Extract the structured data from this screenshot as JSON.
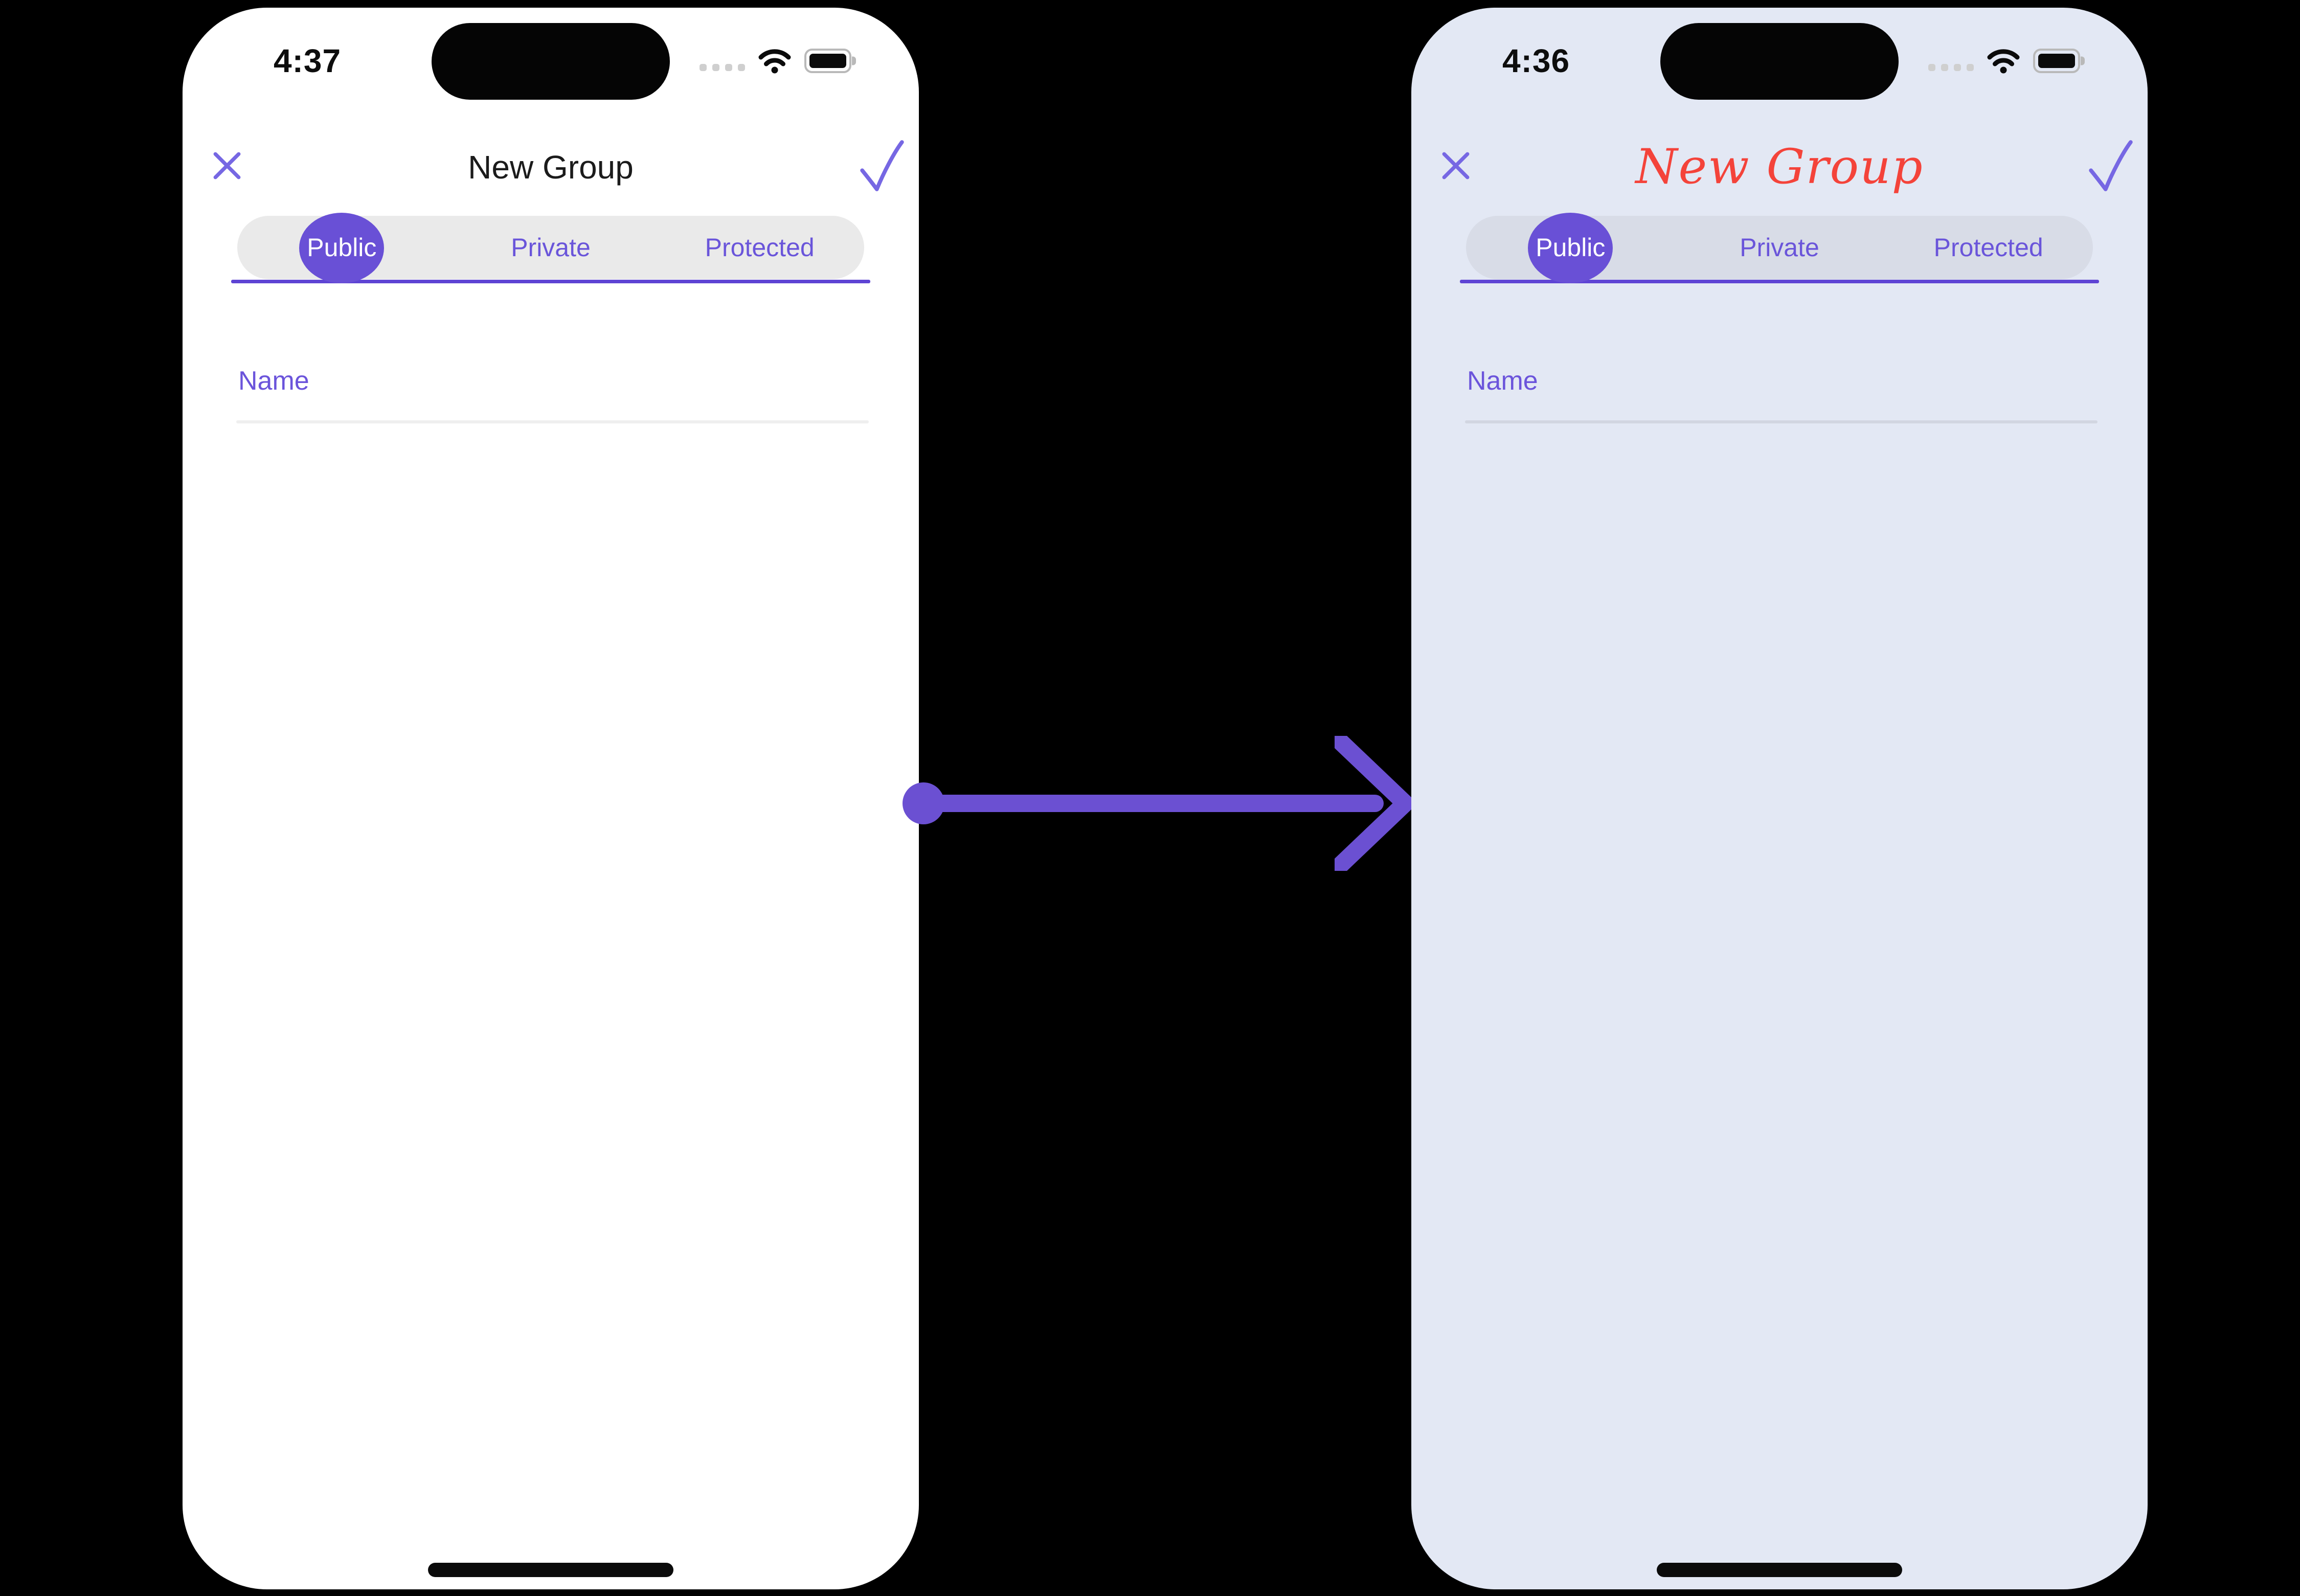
{
  "colors": {
    "canvas_bg": "#000000",
    "accent_purple": "#6950D6",
    "icon_purple": "#7667E3",
    "arrow_purple": "#6B50D2",
    "title_red": "#F4433A",
    "phone_left_bg": "#FFFFFF",
    "phone_right_bg": "#E3E8F4",
    "segment_bg_left": "#EAEAEA",
    "segment_bg_right": "#D8DCE7",
    "field_underline_left": "#EFEFEF",
    "field_underline_right": "#D2D6E1"
  },
  "status_icons": {
    "cellular": "cellular-dots-icon",
    "wifi": "wifi-icon",
    "battery": "battery-icon"
  },
  "phones": {
    "left": {
      "time": "4:37",
      "title": "New Group",
      "tabs": [
        {
          "label": "Public",
          "selected": true
        },
        {
          "label": "Private",
          "selected": false
        },
        {
          "label": "Protected",
          "selected": false
        }
      ],
      "name_field": {
        "label": "Name"
      }
    },
    "right": {
      "time": "4:36",
      "title": "New Group",
      "tabs": [
        {
          "label": "Public",
          "selected": true
        },
        {
          "label": "Private",
          "selected": false
        },
        {
          "label": "Protected",
          "selected": false
        }
      ],
      "name_field": {
        "label": "Name"
      }
    }
  }
}
